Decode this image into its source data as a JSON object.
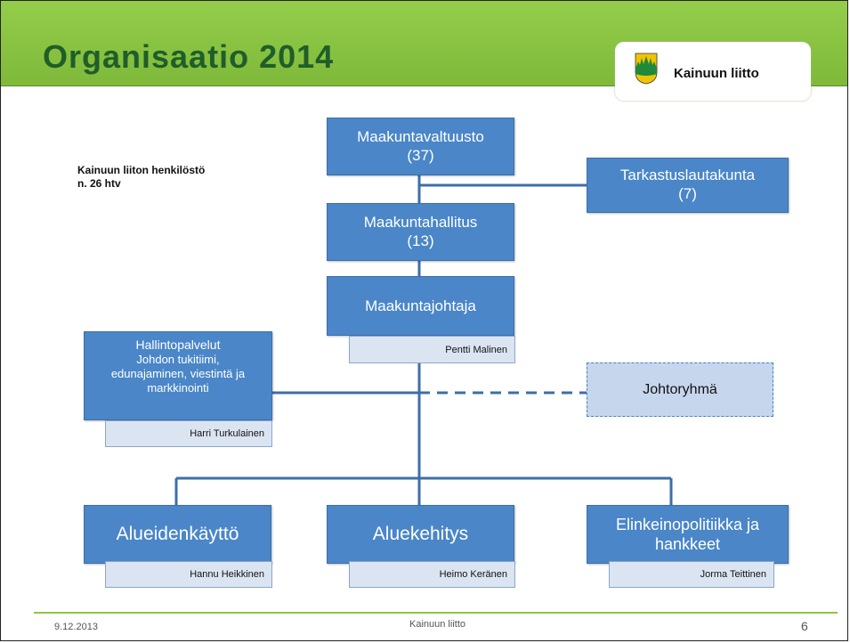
{
  "title": "Organisaatio 2014",
  "logo": {
    "text": "Kainuun liitto",
    "icon": "kainuu-coat-of-arms-icon"
  },
  "staff_info": {
    "line1": "Kainuun liiton henkilöstö",
    "line2": "n. 26 htv"
  },
  "nodes": {
    "maakuntavaltuusto": {
      "label": "Maakuntavaltuusto",
      "count": "(37)"
    },
    "tarkastuslautakunta": {
      "label": "Tarkastuslautakunta",
      "count": "(7)"
    },
    "maakuntahallitus": {
      "label": "Maakuntahallitus",
      "count": "(13)"
    },
    "maakuntajohtaja": {
      "label": "Maakuntajohtaja",
      "person": "Pentti Malinen"
    },
    "hallintopalvelut": {
      "line1": "Hallintopalvelut",
      "line2": "Johdon tukitiimi,",
      "line3": "edunajaminen, viestintä ja",
      "line4": "markkinointi",
      "person": "Harri Turkulainen"
    },
    "johtoryhma": {
      "label": "Johtoryhmä"
    },
    "alueidenkaytto": {
      "label": "Alueidenkäyttö",
      "person": "Hannu Heikkinen"
    },
    "aluekehitys": {
      "label": "Aluekehitys",
      "person": "Heimo Keränen"
    },
    "elinkeinopolitiikka": {
      "line1": "Elinkeinopolitiikka ja",
      "line2": "hankkeet",
      "person": "Jorma Teittinen"
    }
  },
  "footer": {
    "date": "9.12.2013",
    "center": "Kainuun liitto",
    "page": "6"
  },
  "colors": {
    "header": "#8dc63f",
    "title": "#1f5e2a",
    "box": "#4a86c8",
    "name_box": "#dbe5f2",
    "dashed_box": "#c6d7ed"
  }
}
